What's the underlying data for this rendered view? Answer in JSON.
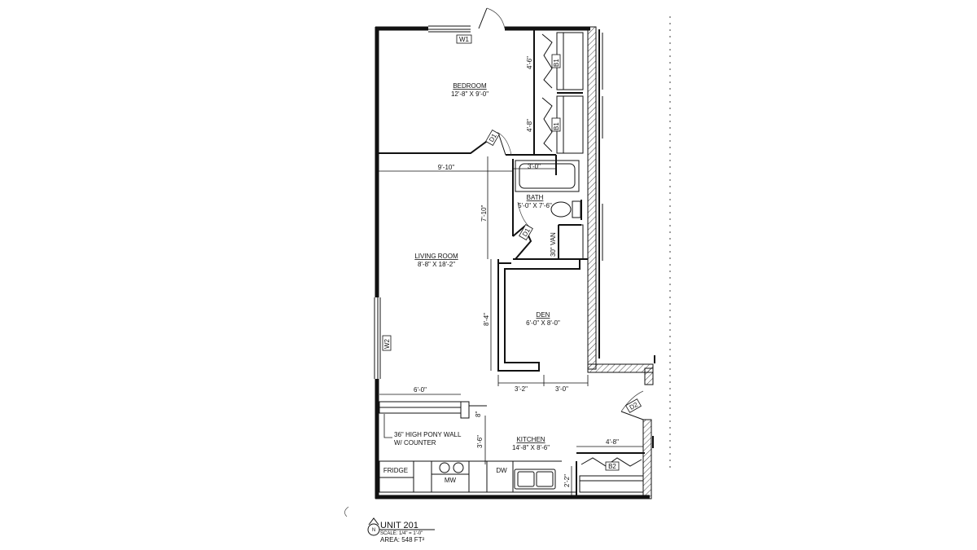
{
  "windows": {
    "w1": "W1",
    "w2": "W2"
  },
  "doors": {
    "d1": "D1",
    "d2": "D2"
  },
  "closets": {
    "b1": "B1",
    "b2": "B2"
  },
  "rooms": {
    "bedroom": {
      "name": "BEDROOM",
      "size": "12'-8\" X 9'-0\""
    },
    "bath": {
      "name": "BATH",
      "size": "5'-0\" X 7'-6\""
    },
    "living": {
      "name": "LIVING ROOM",
      "size": "8'-8\" X 18'-2\""
    },
    "den": {
      "name": "DEN",
      "size": "6'-0\" X 8'-0\""
    },
    "kitchen": {
      "name": "KITCHEN",
      "size": "14'-8\" X 8'-6\""
    }
  },
  "dimensions": {
    "closet_top": "4'-6\"",
    "closet_mid": "4'-8\"",
    "living_width": "9'-10\"",
    "tub": "3'-0\"",
    "bath_depth": "7'-10\"",
    "vanity": "30\" VAN",
    "den_height": "8'-4\"",
    "den_bottom_left": "3'-2\"",
    "den_bottom_right": "3'-0\"",
    "pony_wall": "6'-0\"",
    "pony_depth": "8\"",
    "kitchen_depth": "3'-6\"",
    "closet_b2": "4'-8\"",
    "counter_depth": "2'-2\""
  },
  "annotations": {
    "pony_wall_line1": "36\" HIGH PONY WALL",
    "pony_wall_line2": "W/ COUNTER"
  },
  "appliances": {
    "fridge": "FRIDGE",
    "mw": "MW",
    "dw": "DW"
  },
  "title_block": {
    "unit": "UNIT 201",
    "scale": "SCALE: 1/4\" = 1'-0\"",
    "area": "AREA: 548 FT²",
    "north": "N"
  }
}
